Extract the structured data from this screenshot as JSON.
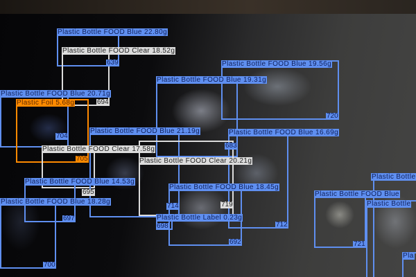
{
  "colors": {
    "blue": "#5f8ff0",
    "clear": "#dcdcdc",
    "orange": "#ff8a00"
  },
  "detections": [
    {
      "label": "Plastic Bottle FOOD Blue 22.80g",
      "id": "639",
      "cls": "blue"
    },
    {
      "label": "Plastic Bottle FOOD Clear 18.52g",
      "id": "694",
      "cls": "clear"
    },
    {
      "label": "Plastic Bottle FOOD Blue 20.71g",
      "id": "704",
      "cls": "blue"
    },
    {
      "label": "Plastic Foil 5.68g",
      "id": "705",
      "cls": "orange"
    },
    {
      "label": "Plastic Bottle FOOD Clear 17.58g",
      "id": "695",
      "cls": "clear"
    },
    {
      "label": "Plastic Bottle FOOD Blue 21.19g",
      "id": "714",
      "cls": "blue"
    },
    {
      "label": "Plastic Bottle FOOD Blue 19.31g",
      "id": "683",
      "cls": "blue"
    },
    {
      "label": "Plastic Bottle FOOD Blue 19.56g",
      "id": "720",
      "cls": "blue"
    },
    {
      "label": "Plastic Bottle FOOD Blue 16.69g",
      "id": "712",
      "cls": "blue"
    },
    {
      "label": "Plastic Bottle FOOD Clear 20.21g",
      "id": "719",
      "cls": "clear"
    },
    {
      "label": "Plastic Bottle FOOD Blue 14.53g",
      "id": "697",
      "cls": "blue"
    },
    {
      "label": "Plastic Bottle FOOD Blue 18.28g",
      "id": "700",
      "cls": "blue"
    },
    {
      "label": "Plastic Bottle FOOD Blue 18.45g",
      "id": "692",
      "cls": "blue"
    },
    {
      "label": "Plastic Bottle Label 0.23g",
      "id": "698",
      "cls": "blue"
    },
    {
      "label": "Plastic Bottle FOOD Blue",
      "id": "721",
      "cls": "blue"
    },
    {
      "label": "Plastic Bottle",
      "id": "",
      "cls": "blue"
    },
    {
      "label": "Plastic Bottle",
      "id": "",
      "cls": "blue"
    },
    {
      "label": "Pla",
      "id": "",
      "cls": "blue"
    }
  ]
}
